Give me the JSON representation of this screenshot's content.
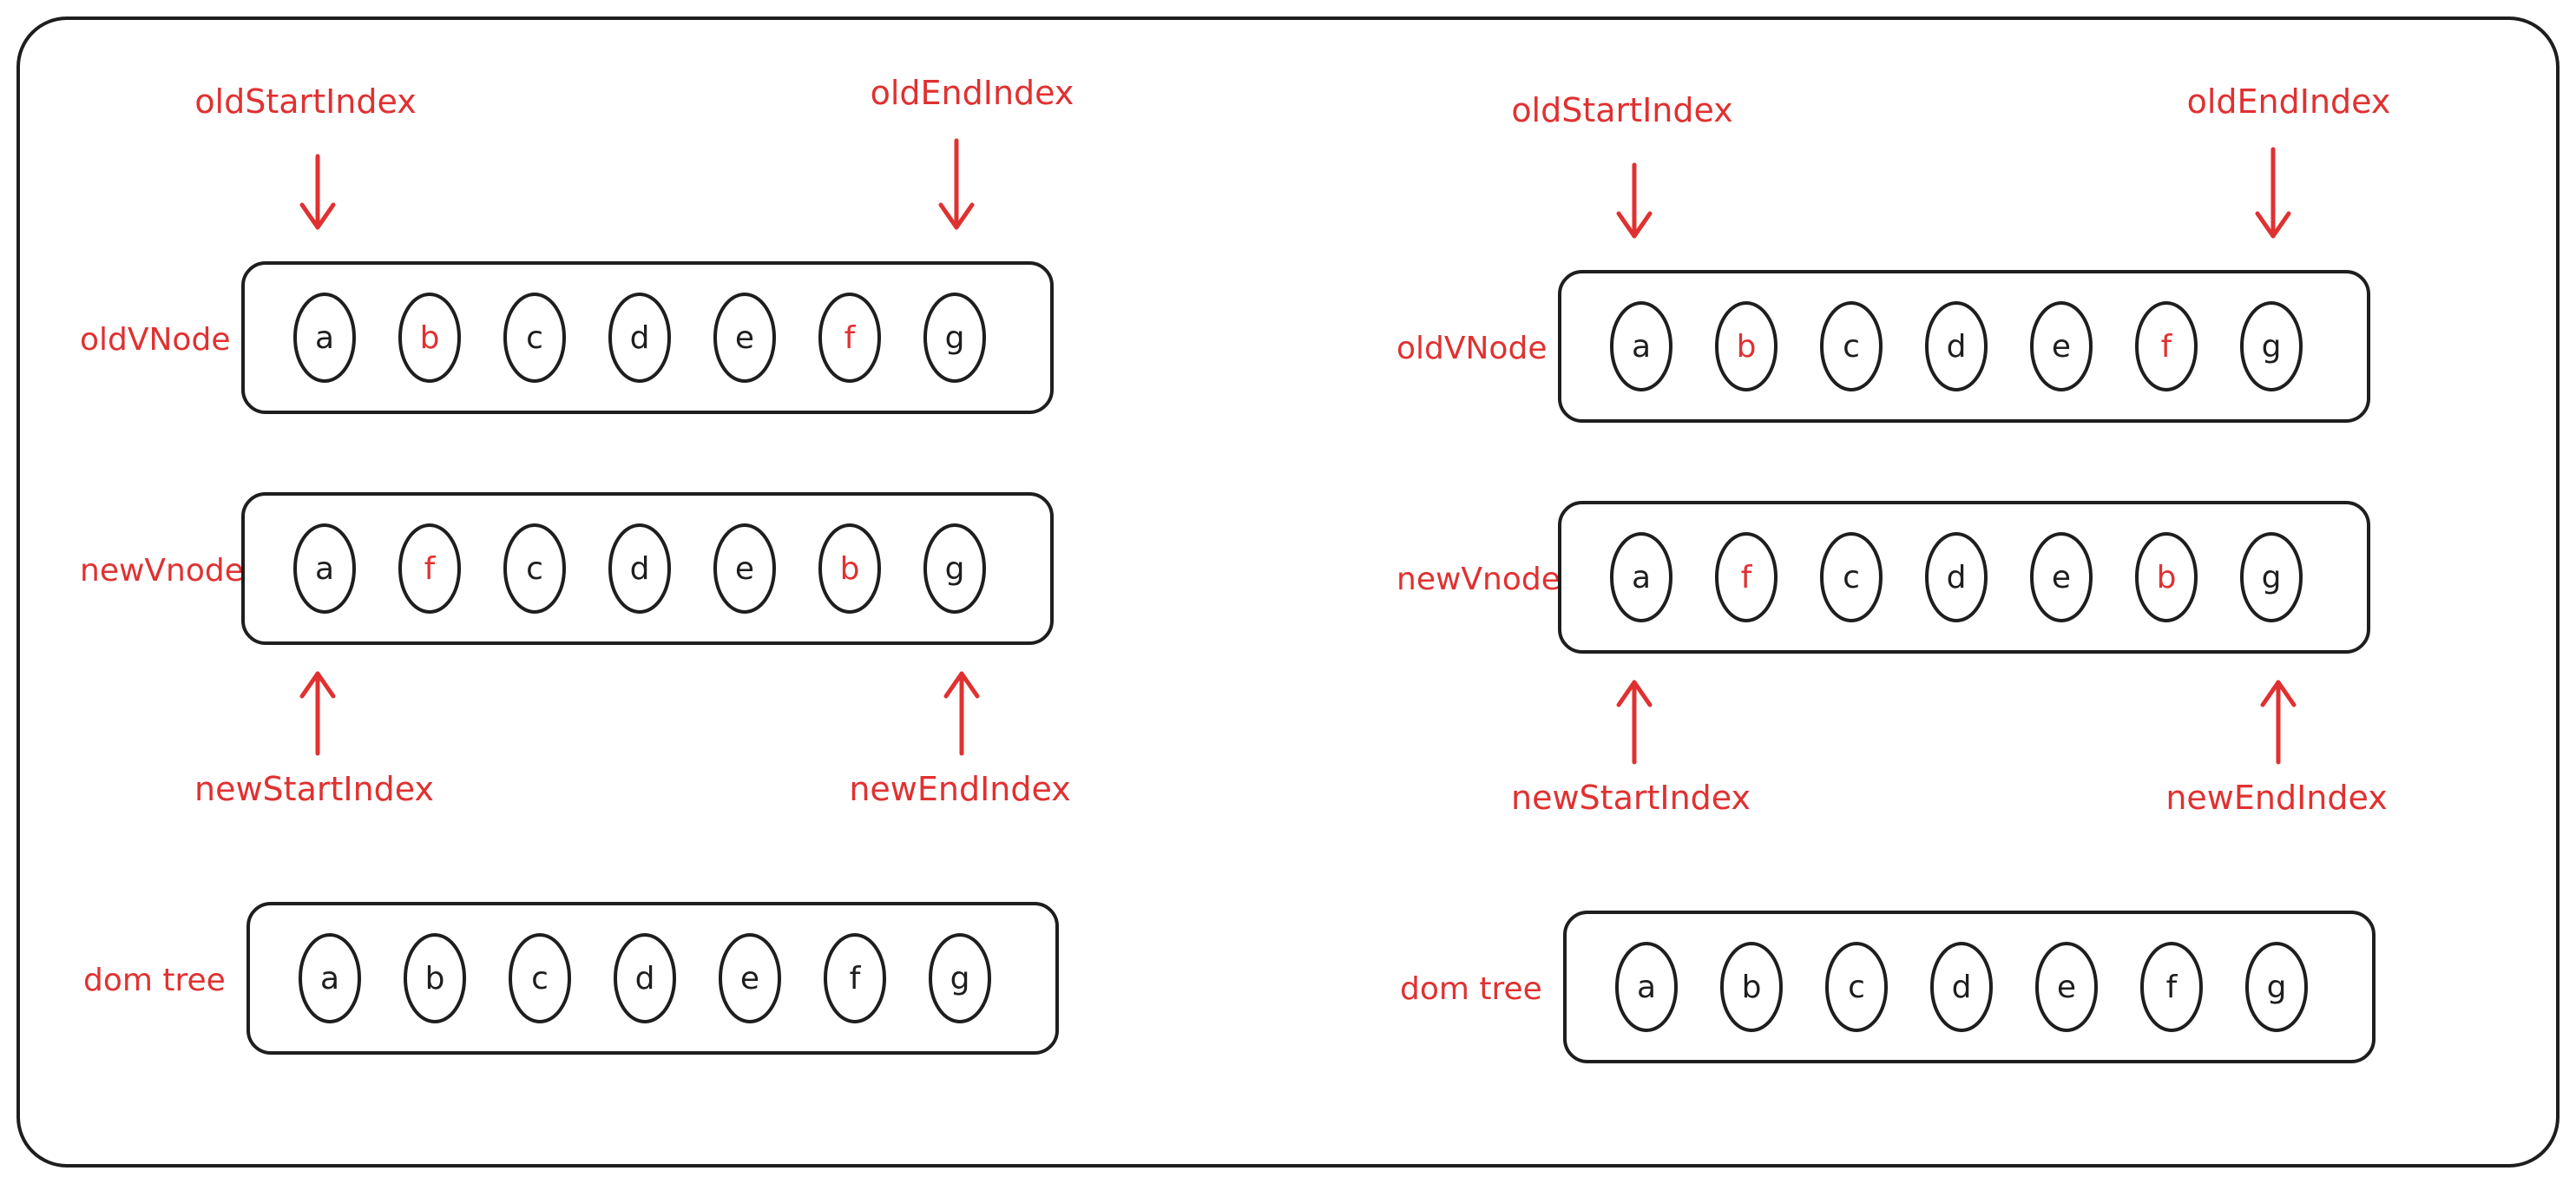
{
  "colors": {
    "accent_red": "#e03131",
    "ink_black": "#1e1e1e",
    "background": "#ffffff"
  },
  "diagrams": [
    {
      "rows": [
        {
          "label": "oldVNode",
          "nodes": [
            {
              "text": "a",
              "highlight": false
            },
            {
              "text": "b",
              "highlight": true
            },
            {
              "text": "c",
              "highlight": false
            },
            {
              "text": "d",
              "highlight": false
            },
            {
              "text": "e",
              "highlight": false
            },
            {
              "text": "f",
              "highlight": true
            },
            {
              "text": "g",
              "highlight": false
            }
          ]
        },
        {
          "label": "newVnode",
          "nodes": [
            {
              "text": "a",
              "highlight": false
            },
            {
              "text": "f",
              "highlight": true
            },
            {
              "text": "c",
              "highlight": false
            },
            {
              "text": "d",
              "highlight": false
            },
            {
              "text": "e",
              "highlight": false
            },
            {
              "text": "b",
              "highlight": true
            },
            {
              "text": "g",
              "highlight": false
            }
          ]
        },
        {
          "label": "dom tree",
          "nodes": [
            {
              "text": "a",
              "highlight": false
            },
            {
              "text": "b",
              "highlight": false
            },
            {
              "text": "c",
              "highlight": false
            },
            {
              "text": "d",
              "highlight": false
            },
            {
              "text": "e",
              "highlight": false
            },
            {
              "text": "f",
              "highlight": false
            },
            {
              "text": "g",
              "highlight": false
            }
          ]
        }
      ],
      "pointers": {
        "old_start": "oldStartIndex",
        "old_end": "oldEndIndex",
        "new_start": "newStartIndex",
        "new_end": "newEndIndex"
      }
    },
    {
      "rows": [
        {
          "label": "oldVNode",
          "nodes": [
            {
              "text": "a",
              "highlight": false
            },
            {
              "text": "b",
              "highlight": true
            },
            {
              "text": "c",
              "highlight": false
            },
            {
              "text": "d",
              "highlight": false
            },
            {
              "text": "e",
              "highlight": false
            },
            {
              "text": "f",
              "highlight": true
            },
            {
              "text": "g",
              "highlight": false
            }
          ]
        },
        {
          "label": "newVnode",
          "nodes": [
            {
              "text": "a",
              "highlight": false
            },
            {
              "text": "f",
              "highlight": true
            },
            {
              "text": "c",
              "highlight": false
            },
            {
              "text": "d",
              "highlight": false
            },
            {
              "text": "e",
              "highlight": false
            },
            {
              "text": "b",
              "highlight": true
            },
            {
              "text": "g",
              "highlight": false
            }
          ]
        },
        {
          "label": "dom tree",
          "nodes": [
            {
              "text": "a",
              "highlight": false
            },
            {
              "text": "b",
              "highlight": false
            },
            {
              "text": "c",
              "highlight": false
            },
            {
              "text": "d",
              "highlight": false
            },
            {
              "text": "e",
              "highlight": false
            },
            {
              "text": "f",
              "highlight": false
            },
            {
              "text": "g",
              "highlight": false
            }
          ]
        }
      ],
      "pointers": {
        "old_start": "oldStartIndex",
        "old_end": "oldEndIndex",
        "new_start": "newStartIndex",
        "new_end": "newEndIndex"
      }
    }
  ]
}
